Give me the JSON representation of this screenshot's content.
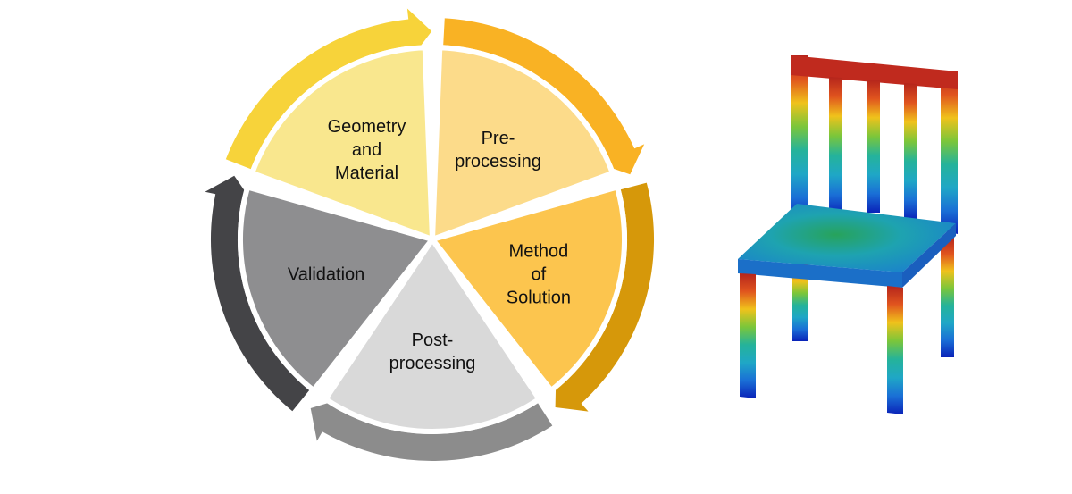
{
  "cycle": {
    "segments": [
      {
        "label_lines": [
          "Geometry",
          "and",
          "Material"
        ],
        "wedge_color": "#F9E78E",
        "arrow_color": "#F7D33A"
      },
      {
        "label_lines": [
          "Pre-",
          "processing"
        ],
        "wedge_color": "#FCDB8A",
        "arrow_color": "#F9B224"
      },
      {
        "label_lines": [
          "Method",
          "of",
          "Solution"
        ],
        "wedge_color": "#FCC54E",
        "arrow_color": "#D6980A"
      },
      {
        "label_lines": [
          "Post-",
          "processing"
        ],
        "wedge_color": "#D9D9D9",
        "arrow_color": "#8C8C8C"
      },
      {
        "label_lines": [
          "Validation"
        ],
        "wedge_color": "#8E8E90",
        "arrow_color": "#444447"
      }
    ]
  },
  "chair_illustration": {
    "colormap": [
      "#0A22B8",
      "#1A6FD6",
      "#1FA7C6",
      "#25B39A",
      "#7BC63A",
      "#F0C21B",
      "#E0541E",
      "#B4241C"
    ]
  }
}
